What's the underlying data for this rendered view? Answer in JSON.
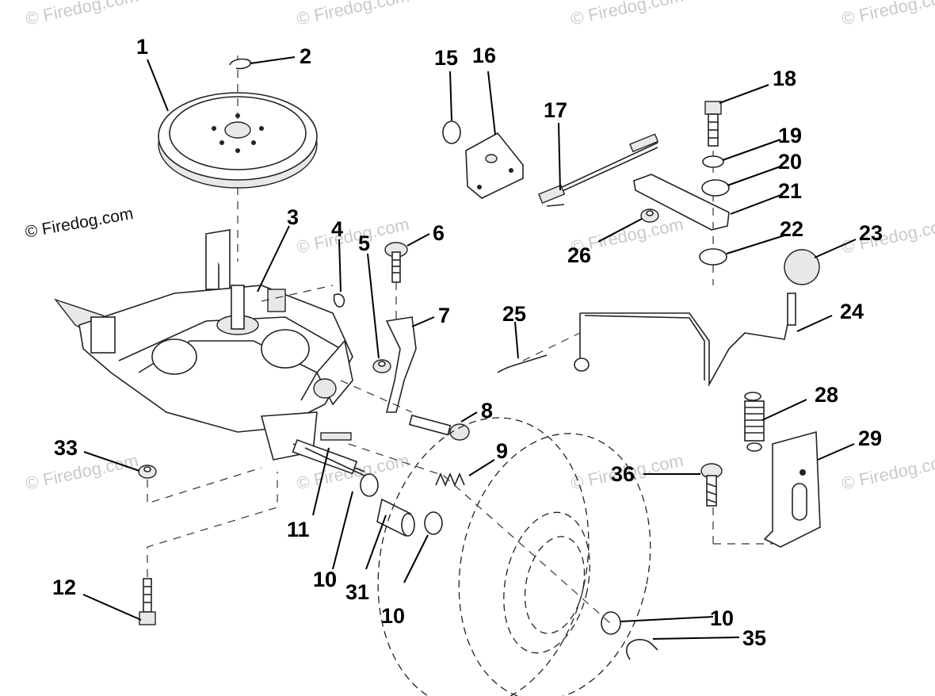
{
  "watermark_text": "© Firedog.com",
  "brand_text": "© Firedog.com",
  "callouts": [
    "1",
    "2",
    "3",
    "4",
    "5",
    "6",
    "7",
    "8",
    "9",
    "10",
    "11",
    "12",
    "15",
    "16",
    "17",
    "18",
    "19",
    "20",
    "21",
    "22",
    "23",
    "24",
    "25",
    "26",
    "28",
    "29",
    "10",
    "31",
    "10",
    "10",
    "33",
    "35",
    "36"
  ]
}
